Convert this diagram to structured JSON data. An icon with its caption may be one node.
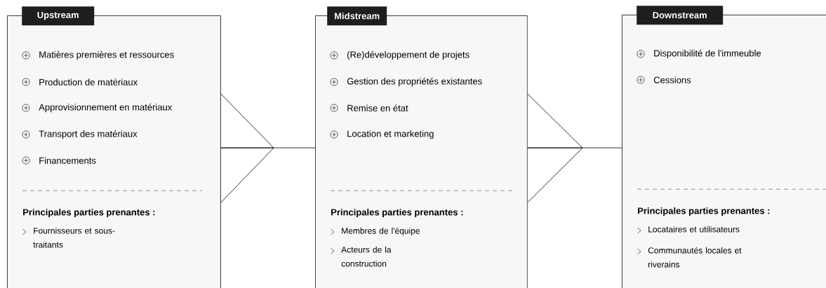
{
  "diagram": {
    "nodes": [
      {
        "text": [
          "Upstream",
          "Matières premières et ressources",
          "Production de matériaux",
          "Approvisionnement en matériaux",
          "Transport des matériaux",
          "Financements",
          "Principales parties prenantes :",
          "Fournisseurs et sous-traitants"
        ]
      },
      {
        "text": [
          "Midstream",
          "(Re)développement de projets",
          "Gestion des propriétés existantes",
          "Remise en état",
          "Location et marketing",
          "Principales parties prenantes :",
          "Membres de l'équipe",
          "Acteurs de la construction"
        ]
      },
      {
        "text": [
          "Downstream",
          "Disponibilité de l'immeuble",
          "Cessions",
          "Principales parties prenantes :",
          "Locataires et utilisateurs",
          "Communautés locales et riverains"
        ]
      }
    ],
    "edges": [
      {
        "from": 0,
        "to": 1,
        "arrow": "none"
      },
      {
        "from": 1,
        "to": 2,
        "arrow": "none"
      }
    ]
  }
}
